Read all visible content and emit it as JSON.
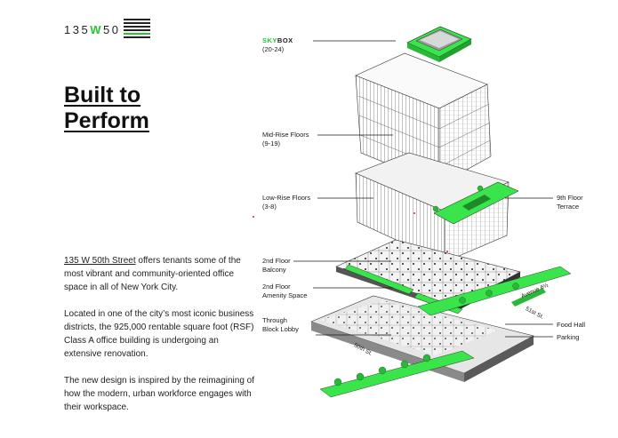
{
  "logo": {
    "prefix": "135",
    "mid": "W",
    "suffix": "50"
  },
  "headline": {
    "line1": "Built to",
    "line2": "Perform"
  },
  "paragraphs": {
    "p1_link": "135 W 50th Street",
    "p1_rest": " offers tenants some of the most vibrant and community-oriented office space in all of New York City.",
    "p2": "Located in one of the city’s most iconic business districts, the 925,000 rentable square foot (RSF) Class A office building is undergoing an extensive renovation.",
    "p3": "The new design is inspired by the reimagining of how the modern, urban workforce engages with their workspace."
  },
  "labels": {
    "skybox_sky": "SKY",
    "skybox_box": "BOX",
    "skybox_floors": "(20-24)",
    "midrise": "Mid-Rise Floors",
    "midrise_floors": "(9-19)",
    "lowrise": "Low-Rise Floors",
    "lowrise_floors": "(3-8)",
    "terrace_l1": "9th Floor",
    "terrace_l2": "Terrace",
    "balcony_l1": "2nd Floor",
    "balcony_l2": "Balcony",
    "amenity_l1": "2nd Floor",
    "amenity_l2": "Amenity Space",
    "lobby_l1": "Through",
    "lobby_l2": "Block Lobby",
    "foodhall": "Food Hall",
    "parking": "Parking",
    "street_avenue": "Avenue 6½",
    "street_51": "51st St.",
    "street_50": "50th St."
  },
  "colors": {
    "accent": "#22c832",
    "text": "#1a1a1a"
  }
}
